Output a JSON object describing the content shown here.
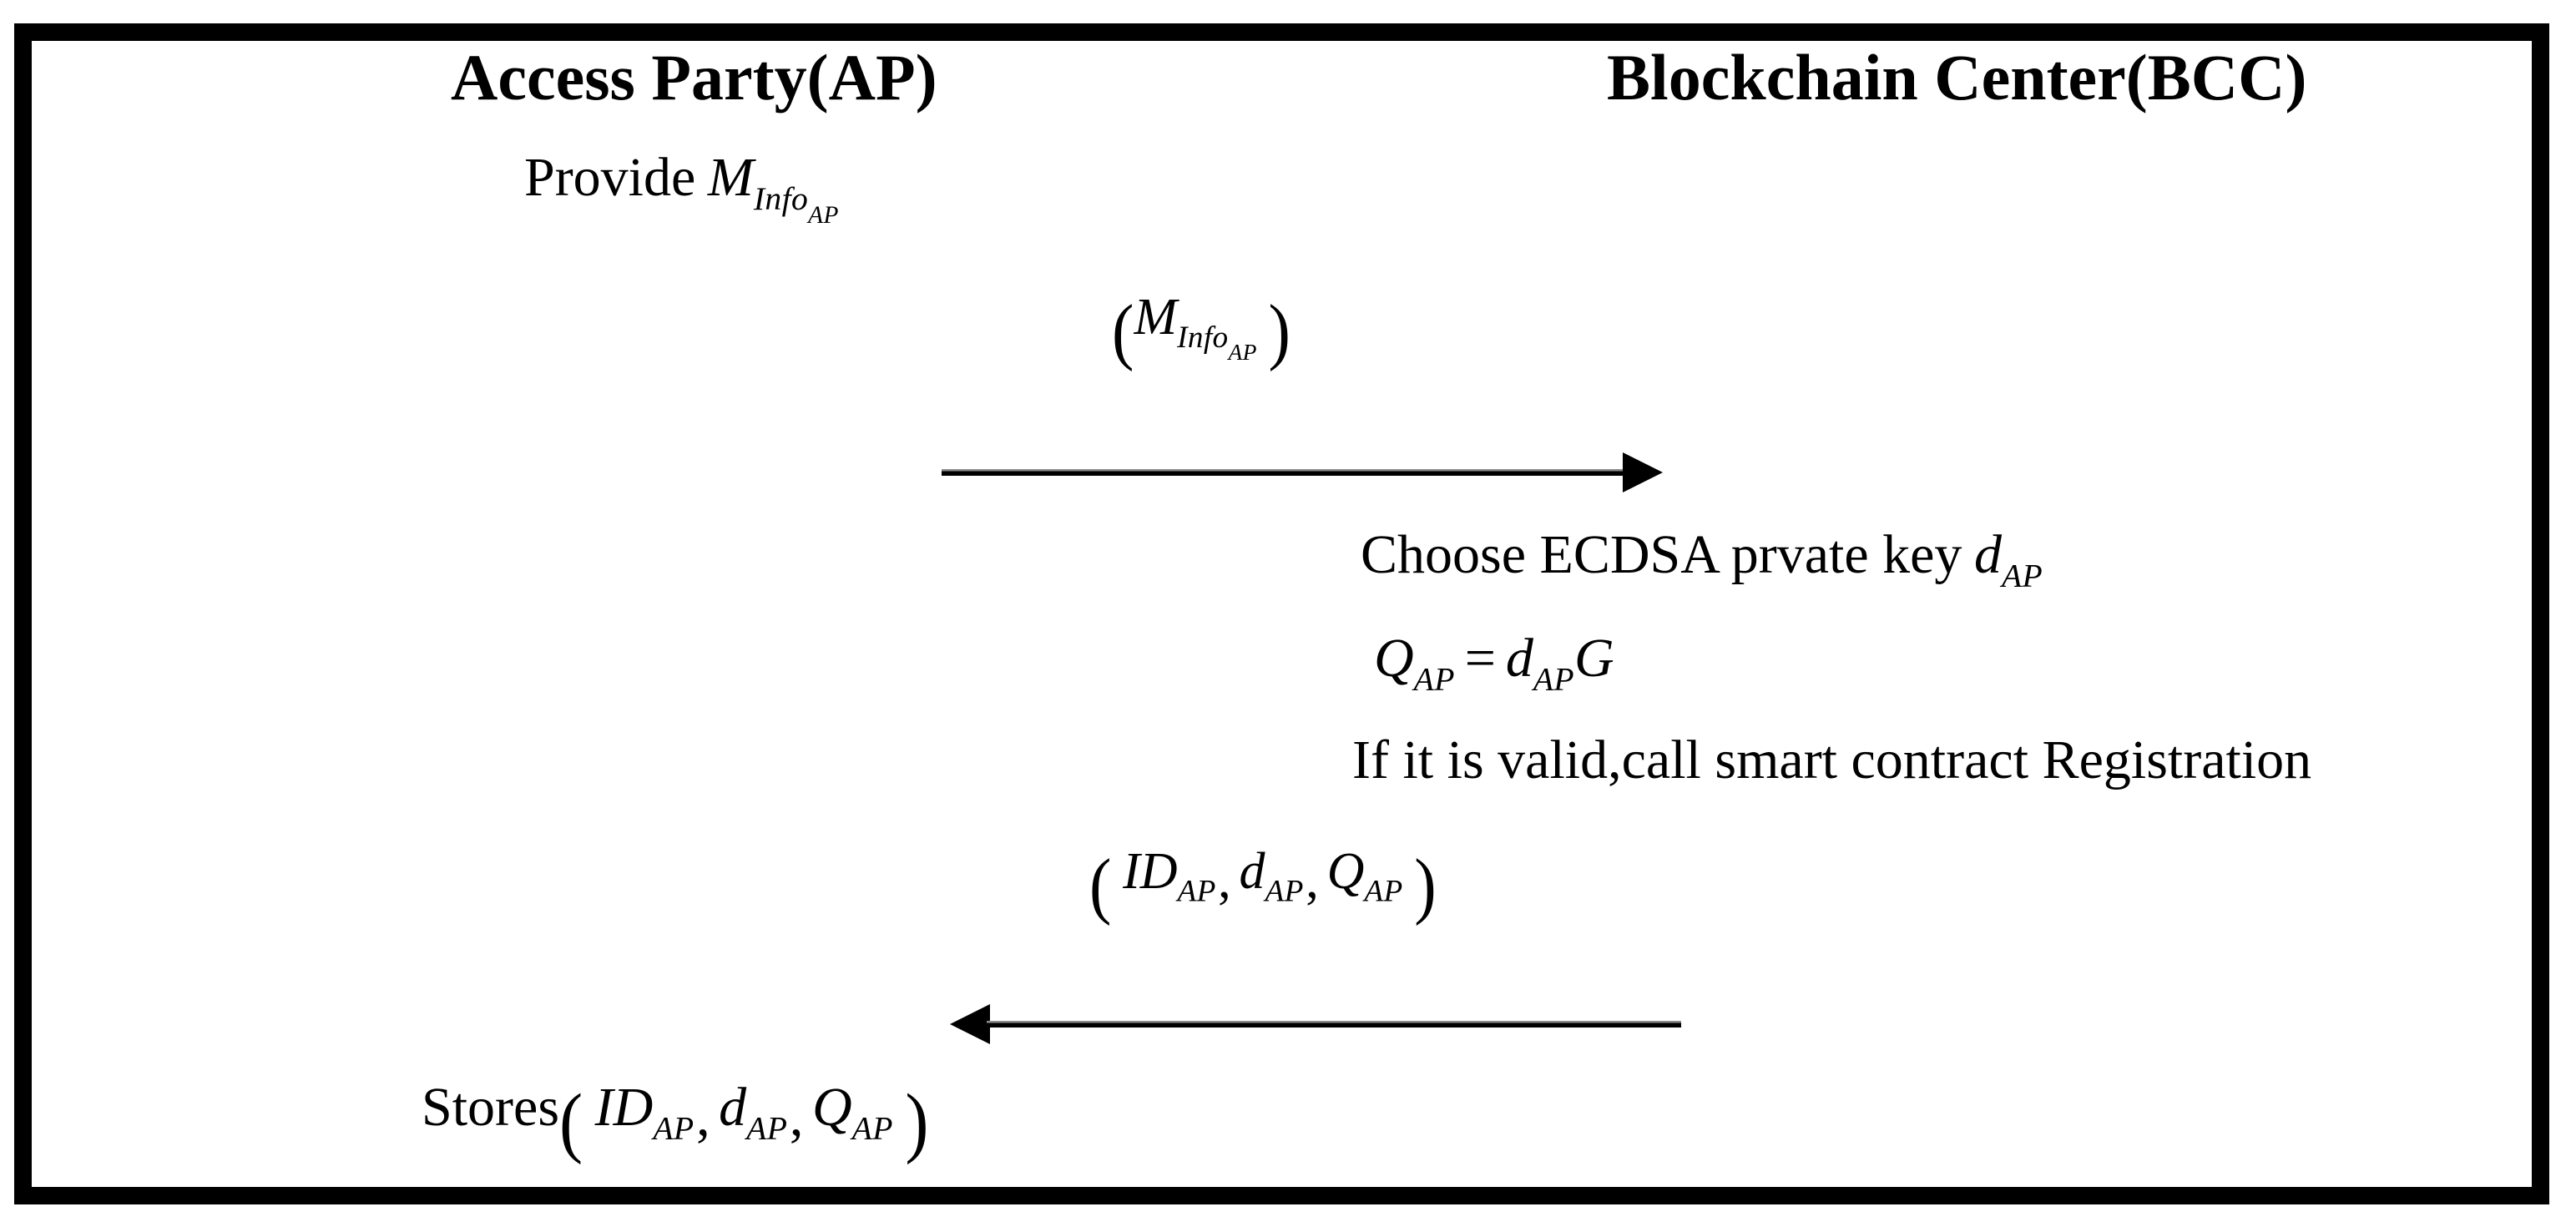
{
  "colors": {
    "background": "#ffffff",
    "ink": "#000000",
    "frame_border": "#000000",
    "arrow": "#000000"
  },
  "actors": {
    "left": "Access Party(AP)",
    "right": "Blockchain Center(BCC)"
  },
  "ap_column": {
    "provide": {
      "text": "Provide",
      "m": "M",
      "info": "Info",
      "ap": "AP"
    },
    "stores": {
      "text": "Stores",
      "open": "(",
      "id": "ID",
      "id_sub": "AP",
      "c1": ",",
      "d": "d",
      "d_sub": "AP",
      "c2": ",",
      "q": "Q",
      "q_sub": "AP",
      "close": ")"
    }
  },
  "bcc_column": {
    "choose": {
      "text": "Choose ECDSA prvate key",
      "d": "d",
      "d_sub": "AP"
    },
    "equation": {
      "q": "Q",
      "q_sub": "AP",
      "equals": "=",
      "d": "d",
      "d_sub": "AP",
      "g": "G"
    },
    "valid": "If it is valid,call smart contract Registration"
  },
  "messages": {
    "to_bcc": {
      "direction": "right",
      "open": "(",
      "m": "M",
      "info": "Info",
      "ap": "AP",
      "close": ")"
    },
    "to_ap": {
      "direction": "left",
      "open": "(",
      "id": "ID",
      "id_sub": "AP",
      "c1": ",",
      "d": "d",
      "d_sub": "AP",
      "c2": ",",
      "q": "Q",
      "q_sub": "AP",
      "close": ")"
    }
  }
}
